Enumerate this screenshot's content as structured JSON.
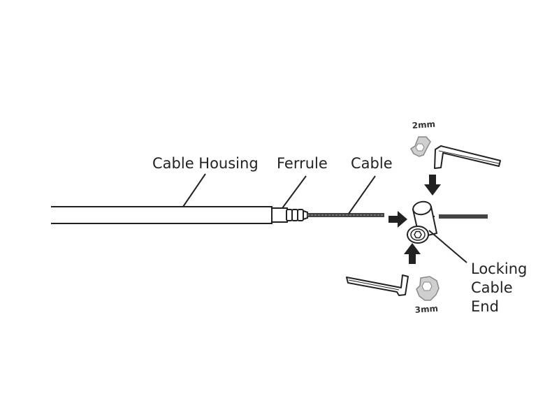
{
  "diagram": {
    "labels": {
      "cable_housing": "Cable Housing",
      "ferrule": "Ferrule",
      "cable": "Cable",
      "locking_cable_end": [
        "Locking",
        "Cable",
        "End"
      ]
    },
    "tools": {
      "top_wrench_size": "2mm",
      "bottom_wrench_size": "3mm"
    },
    "colors": {
      "line": "#222222",
      "wrench_fill": "#cfcfcf",
      "arrow": "#222222"
    }
  }
}
